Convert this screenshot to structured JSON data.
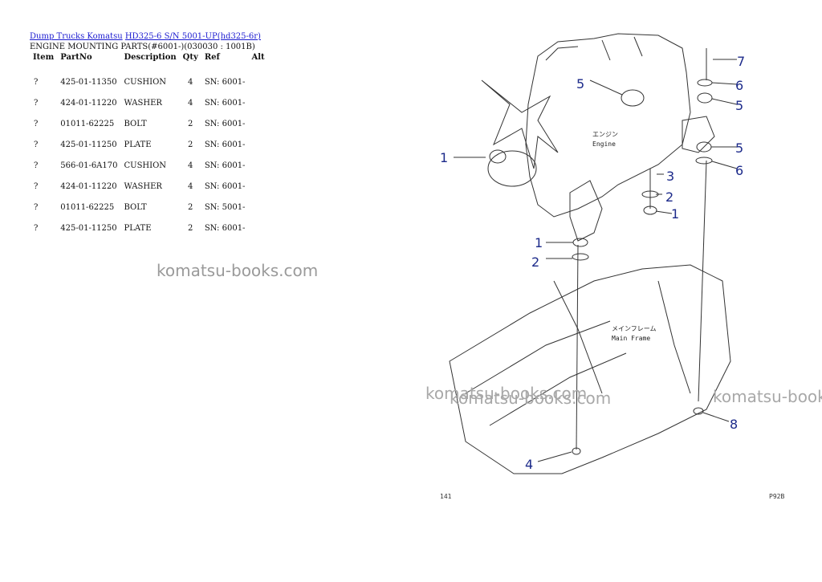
{
  "breadcrumb": {
    "part1": "Dump Trucks Komatsu",
    "part2": "HD325-6 S/N 5001-UP(hd325-6r)"
  },
  "subtitle": "ENGINE MOUNTING PARTS(#6001-)(030030 : 1001B)",
  "table": {
    "headers": [
      "Item",
      "PartNo",
      "Description",
      "Qty",
      "Ref",
      "Alt"
    ],
    "rows": [
      {
        "item": "?",
        "part": "425-01-11350",
        "desc": "CUSHION",
        "qty": "4",
        "ref": "SN: 6001-",
        "alt": ""
      },
      {
        "item": "?",
        "part": "424-01-11220",
        "desc": "WASHER",
        "qty": "4",
        "ref": "SN: 6001-",
        "alt": ""
      },
      {
        "item": "?",
        "part": "01011-62225",
        "desc": "BOLT",
        "qty": "2",
        "ref": "SN: 6001-",
        "alt": ""
      },
      {
        "item": "?",
        "part": "425-01-11250",
        "desc": "PLATE",
        "qty": "2",
        "ref": "SN: 6001-",
        "alt": ""
      },
      {
        "item": "?",
        "part": "566-01-6A170",
        "desc": "CUSHION",
        "qty": "4",
        "ref": "SN: 6001-",
        "alt": ""
      },
      {
        "item": "?",
        "part": "424-01-11220",
        "desc": "WASHER",
        "qty": "4",
        "ref": "SN: 6001-",
        "alt": ""
      },
      {
        "item": "?",
        "part": "01011-62225",
        "desc": "BOLT",
        "qty": "2",
        "ref": "SN: 5001-",
        "alt": ""
      },
      {
        "item": "?",
        "part": "425-01-11250",
        "desc": "PLATE",
        "qty": "2",
        "ref": "SN: 6001-",
        "alt": ""
      }
    ]
  },
  "watermark": "komatsu-books.com",
  "diagram": {
    "callouts": {
      "n1": "1",
      "n2": "2",
      "n3": "3",
      "n4": "4",
      "n5": "5",
      "n6": "6",
      "n7": "7",
      "n8": "8"
    },
    "engine_jp": "エンジン",
    "engine_en": "Engine",
    "frame_jp": "メインフレーム",
    "frame_en": "Main Frame",
    "page_left": "141",
    "page_right": "P92B"
  }
}
